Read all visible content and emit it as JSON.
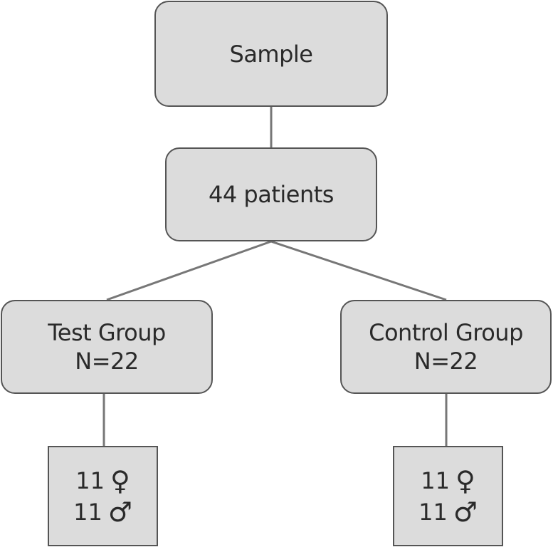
{
  "diagram": {
    "nodes": {
      "sample": {
        "lines": [
          "Sample"
        ]
      },
      "patients": {
        "lines": [
          "44 patients"
        ]
      },
      "test_group": {
        "lines": [
          "Test Group",
          "N=22"
        ]
      },
      "control_group": {
        "lines": [
          "Control Group",
          "N=22"
        ]
      }
    },
    "leaves": {
      "test": {
        "female_count": "11",
        "female_symbol": "♀",
        "male_count": "11",
        "male_symbol": "♂"
      },
      "control": {
        "female_count": "11",
        "female_symbol": "♀",
        "male_count": "11",
        "male_symbol": "♂"
      }
    },
    "colors": {
      "box_fill": "#dcdcdc",
      "box_border": "#555555",
      "connector": "#777777",
      "text": "#2a2a2a"
    }
  }
}
